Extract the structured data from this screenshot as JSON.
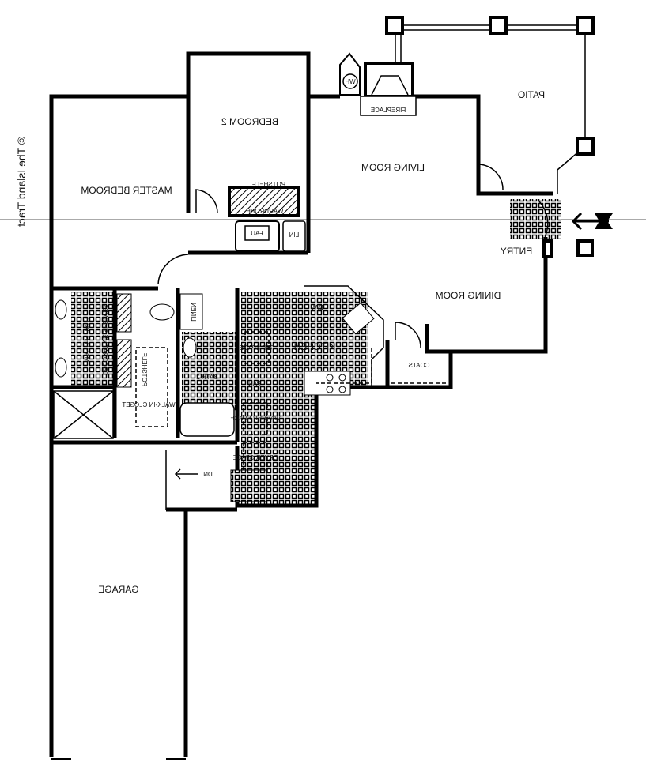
{
  "title": "Floor plan",
  "copyright": "© The Island Tract",
  "rooms": {
    "master_bedroom": "MASTER BEDROOM",
    "bedroom2": "BEDROOM 2",
    "living_room": "LIVING ROOM",
    "fireplace": "FIREPLACE",
    "patio": "PATIO",
    "water_heater": "WH",
    "entry": "ENTRY",
    "dining_room": "DINING ROOM",
    "kitchen": "KITCHEN",
    "coats": "COATS",
    "dishwasher": "D/W",
    "ref_space": "REF SPACE",
    "pantry": "PAN",
    "washer_space": "WASHER SPACE",
    "dryer_space": "DRYER SPACE",
    "down": "DN",
    "bath2": "BATH 2",
    "linen": "LINEN",
    "master_bath": "MASTER BATH",
    "decorative_shelves": "DECORATIVE SHELVES",
    "walk_in_closet": "WALK-IN CLOSET",
    "potshelf_walkin": "POTSHELF",
    "potshelf": "POTSHELF",
    "wardrobe": "WARDROBE",
    "fau": "FAU",
    "linen2": "LIN",
    "garage": "GARAGE"
  }
}
